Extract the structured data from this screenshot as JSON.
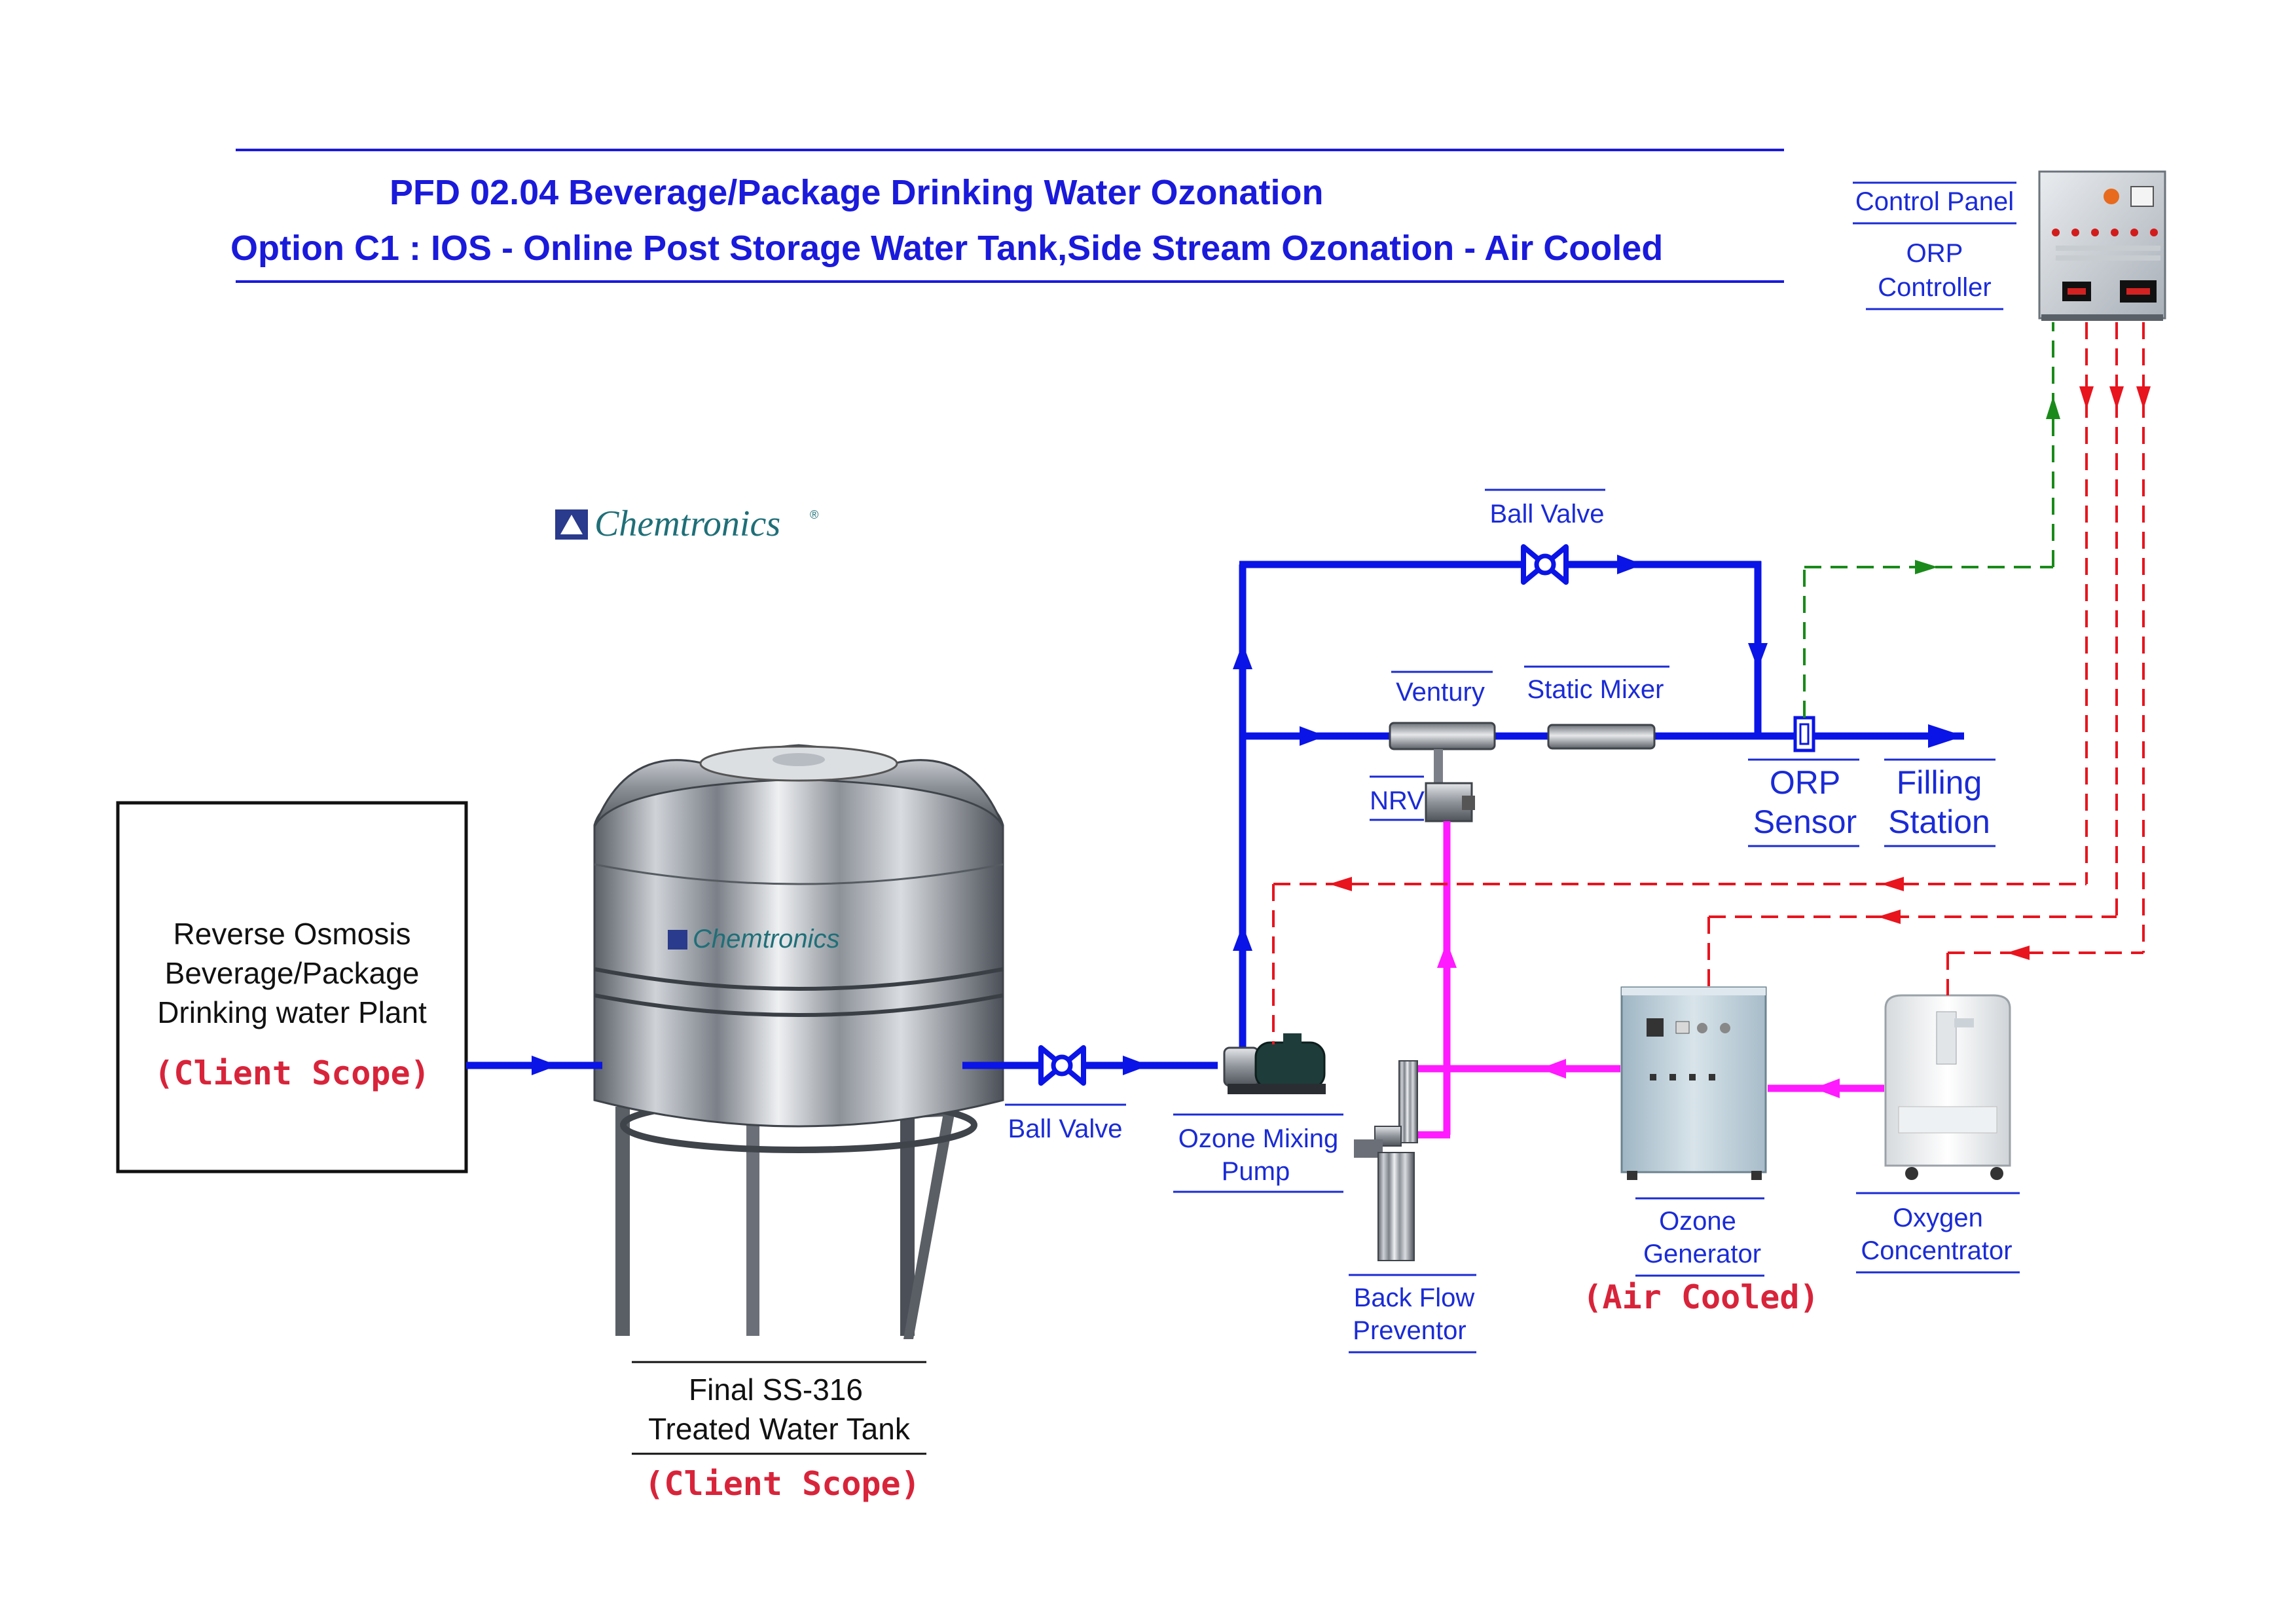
{
  "title": {
    "line1": "PFD 02.04 Beverage/Package Drinking Water Ozonation",
    "line2": "Option C1 : IOS - Online Post Storage Water Tank,Side Stream Ozonation - Air Cooled"
  },
  "brand": {
    "logo_text": "Chemtronics",
    "tank_logo_text": "Chemtronics",
    "registered_mark": "®"
  },
  "colors": {
    "title": "#1a1adb",
    "water_line": "#0a14e6",
    "ozone_line": "#ff1aff",
    "signal_line": "#e8141e",
    "feedback_line": "#1a8a1a",
    "scope_text": "#d8243a"
  },
  "nodes": {
    "ro_plant": {
      "line1": "Reverse Osmosis",
      "line2": "Beverage/Package",
      "line3": "Drinking water Plant",
      "scope": "(Client Scope)"
    },
    "tank": {
      "line1": "Final SS-316",
      "line2": "Treated Water Tank",
      "scope": "(Client Scope)"
    },
    "ball_valve_low": {
      "label": "Ball Valve"
    },
    "pump": {
      "line1": "Ozone Mixing",
      "line2": "Pump"
    },
    "ball_valve_top": {
      "label": "Ball Valve"
    },
    "venturi": {
      "label": "Ventury"
    },
    "static_mixer": {
      "label": "Static Mixer"
    },
    "nrv": {
      "label": "NRV"
    },
    "orp_sensor": {
      "line1": "ORP",
      "line2": "Sensor"
    },
    "filling_station": {
      "line1": "Filling",
      "line2": "Station"
    },
    "backflow": {
      "line1": "Back Flow",
      "line2": "Preventor"
    },
    "ozone_generator": {
      "line1": "Ozone",
      "line2": "Generator",
      "note": "(Air Cooled)"
    },
    "oxygen_concentrator": {
      "line1": "Oxygen",
      "line2": "Concentrator"
    },
    "control_panel": {
      "line1": "Control Panel",
      "line2": "ORP",
      "line3": "Controller"
    }
  }
}
